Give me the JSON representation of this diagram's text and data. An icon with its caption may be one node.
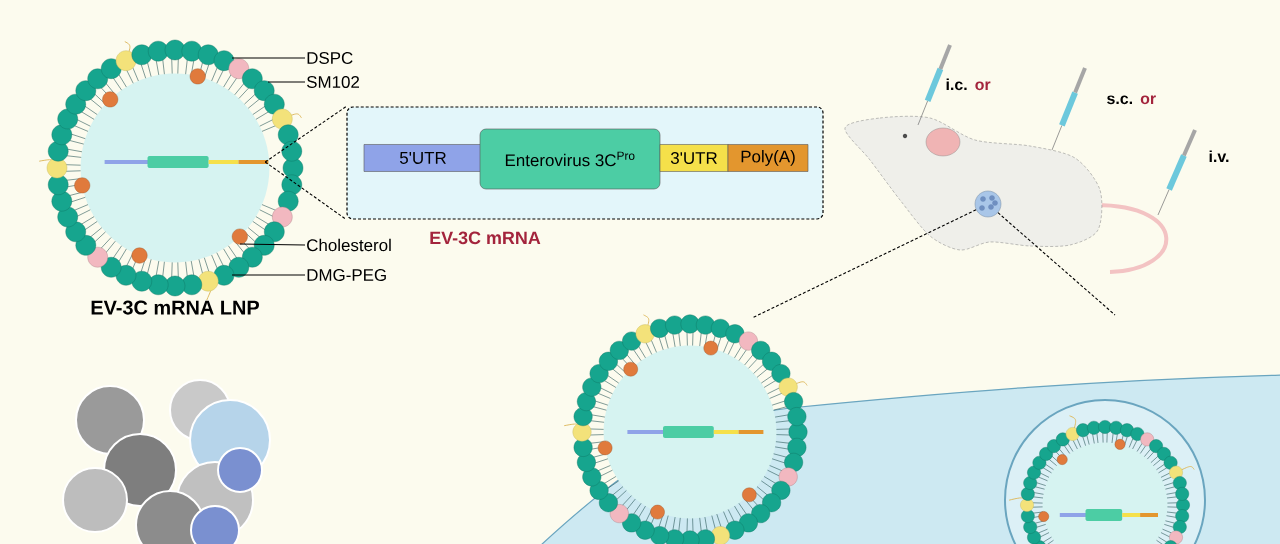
{
  "diagram": {
    "nodes": [
      {
        "text": [],
        "shape": "picture",
        "beside": [
          "EV-3C mRNA LNP"
        ]
      },
      {
        "text": [],
        "shape": "bar",
        "in": 0
      },
      {
        "text": [
          "DSPC"
        ]
      },
      {
        "text": [
          "SM102"
        ]
      },
      {
        "text": [
          "Cholesterol"
        ]
      },
      {
        "text": [
          "DMG-PEG"
        ]
      },
      {
        "text": [],
        "shape": "box",
        "beside": [
          "EV-3C mRNA"
        ]
      },
      {
        "text": [
          "5'UTR"
        ],
        "in": 6
      },
      {
        "text": [
          "Enterovirus 3C$^{Pro}$"
        ],
        "in": 6
      },
      {
        "text": [
          "3'UTR"
        ],
        "in": 6
      },
      {
        "text": [
          "Poly(A)"
        ],
        "in": 6
      },
      {
        "text": [],
        "shape": "picture"
      },
      {
        "text": [],
        "shape": "picture",
        "in": 11
      },
      {
        "text": [],
        "shape": "picture"
      }
    ],
    "edges": [
      {
        "from": 2,
        "to": 0,
        "arrow": "none"
      },
      {
        "from": 3,
        "to": 0,
        "arrow": "none"
      },
      {
        "from": 4,
        "to": 0,
        "arrow": "none"
      },
      {
        "from": 5,
        "to": 0,
        "arrow": "none"
      },
      {
        "from": 1,
        "to": 6,
        "arrow": "none",
        "style": "dashed"
      },
      {
        "from": 1,
        "to": 6,
        "arrow": "none",
        "style": "dashed"
      },
      {
        "from": 12,
        "to": 13,
        "arrow": "none",
        "style": "dashed"
      },
      {
        "from": 12,
        "to": null,
        "arrow": "none",
        "style": "dashed"
      }
    ],
    "labels": [
      "i.c.",
      "or",
      "s.c.",
      "or",
      "i.v."
    ]
  }
}
